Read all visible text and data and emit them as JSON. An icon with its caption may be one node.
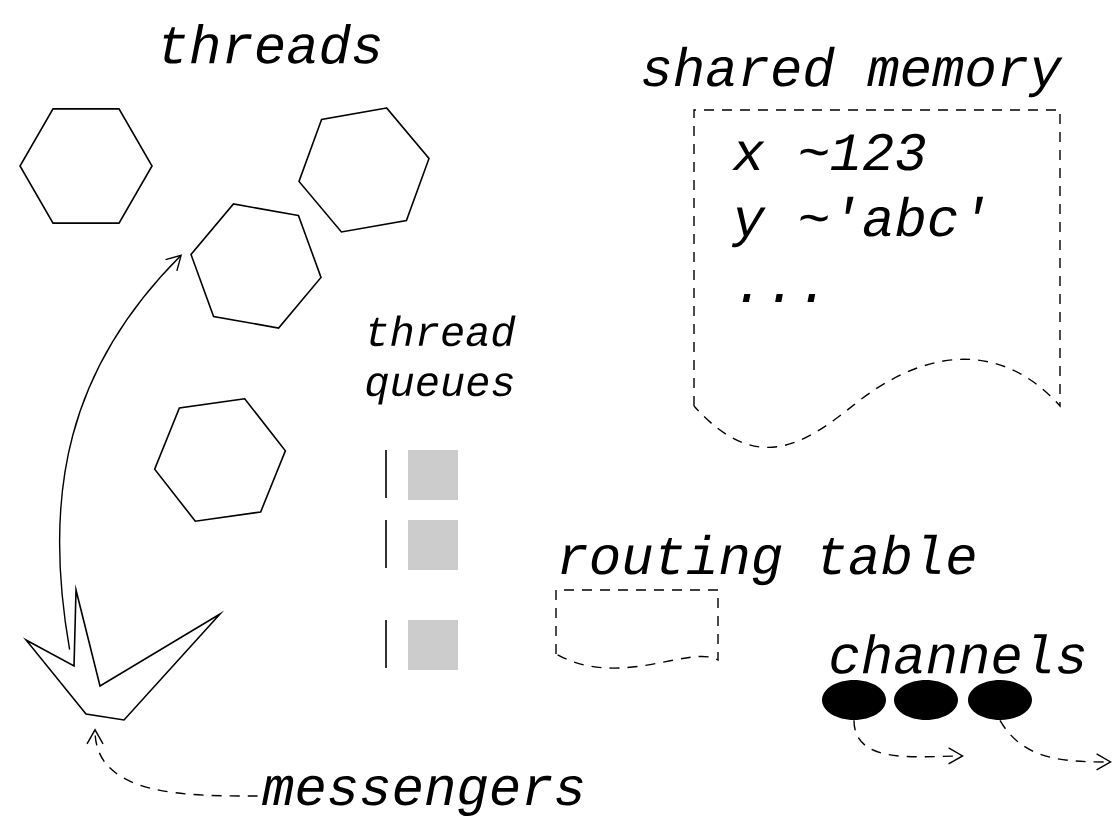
{
  "diagram": {
    "nodes": [
      {
        "text": [],
        "shape": "hexagon"
      },
      {
        "text": [],
        "shape": "hexagon"
      },
      {
        "text": [],
        "shape": "hexagon"
      },
      {
        "text": [],
        "shape": "hexagon"
      },
      {
        "text": [],
        "shape": "star"
      },
      {
        "text": [
          "messengers"
        ]
      },
      {
        "text": [
          "shared memory",
          "x ~123",
          "y ~'abc'",
          "..."
        ]
      },
      {
        "text": [
          "routing table"
        ]
      },
      {
        "text": [],
        "shape": "circle"
      },
      {
        "text": [],
        "shape": "circle"
      },
      {
        "text": [],
        "shape": "circle"
      }
    ],
    "edges": [
      {
        "from": 4,
        "to": 2,
        "arrow": "to"
      },
      {
        "from": 5,
        "to": 4,
        "arrow": "to",
        "style": "dashed"
      },
      {
        "from": 8,
        "to": null,
        "arrow": "to",
        "style": "dashed"
      },
      {
        "from": 10,
        "to": null,
        "arrow": "to",
        "style": "dashed"
      }
    ],
    "labels": [
      "threads",
      "thread queues",
      "channels"
    ]
  }
}
